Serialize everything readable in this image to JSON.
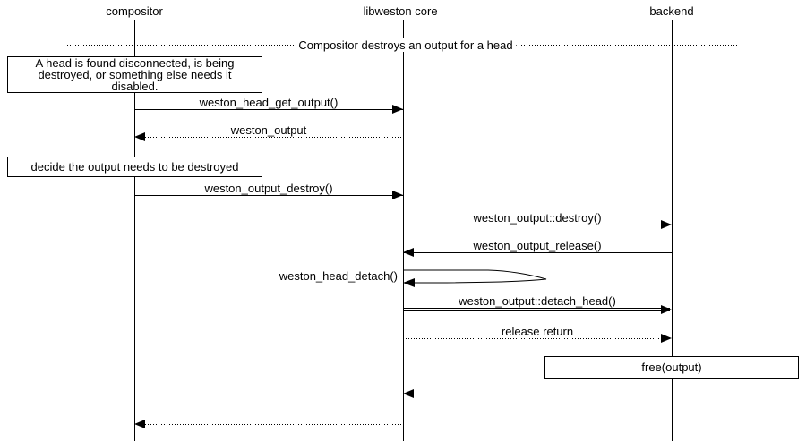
{
  "diagram": {
    "title": "Compositor destroys an output for a head",
    "colors": {
      "line": "#000000",
      "background": "#ffffff"
    },
    "actors": [
      {
        "label": "compositor"
      },
      {
        "label": "libweston core"
      },
      {
        "label": "backend"
      }
    ],
    "notes": [
      {
        "text": "A head is found disconnected, is being\ndestroyed, or something else needs it\ndisabled."
      },
      {
        "text": "decide the output needs to be destroyed"
      },
      {
        "text": "free(output)"
      }
    ],
    "messages": [
      {
        "label": "weston_head_get_output()",
        "from": "compositor",
        "to": "libweston core",
        "line": "solid"
      },
      {
        "label": "weston_output",
        "from": "libweston core",
        "to": "compositor",
        "line": "dotted"
      },
      {
        "label": "weston_output_destroy()",
        "from": "compositor",
        "to": "libweston core",
        "line": "solid"
      },
      {
        "label": "weston_output::destroy()",
        "from": "libweston core",
        "to": "backend",
        "line": "solid"
      },
      {
        "label": "weston_output_release()",
        "from": "backend",
        "to": "libweston core",
        "line": "solid"
      },
      {
        "label": "weston_head_detach()",
        "from": "libweston core",
        "to": "libweston core",
        "line": "self"
      },
      {
        "label": "weston_output::detach_head()",
        "from": "libweston core",
        "to": "backend",
        "line": "double"
      },
      {
        "label": "release return",
        "from": "libweston core",
        "to": "backend",
        "line": "dotted"
      },
      {
        "label": "",
        "from": "backend",
        "to": "libweston core",
        "line": "dotted"
      },
      {
        "label": "",
        "from": "libweston core",
        "to": "compositor",
        "line": "dotted"
      }
    ]
  }
}
